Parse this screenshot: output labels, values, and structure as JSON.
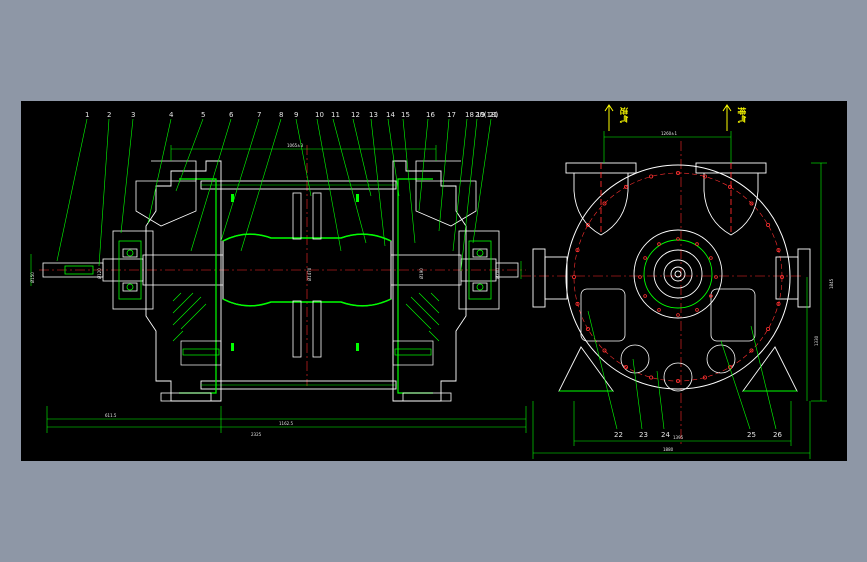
{
  "colors": {
    "desktop": "#8E97A6",
    "canvas": "#000000",
    "outline": "#FFFFFF",
    "hatch": "#00FF00",
    "dimension": "#00FF00",
    "leader": "#00FF00",
    "centerline": "#FF2A2A",
    "hidden": "#FF3030",
    "flange": "#FFFFFF",
    "accent": "#FFFF00"
  },
  "balloons_left": [
    "1",
    "2",
    "3",
    "4",
    "5",
    "6",
    "7",
    "8",
    "9",
    "10",
    "11",
    "12",
    "13",
    "14",
    "15",
    "16",
    "17",
    "18",
    "19",
    "20",
    "21"
  ],
  "balloons_left_display": [
    "1",
    "2",
    "3",
    "4",
    "5",
    "6",
    "7",
    "8",
    "9",
    "10",
    "11",
    "12",
    "13",
    "14",
    "15",
    "16",
    "17",
    "18 19",
    "20(18)",
    "21"
  ],
  "balloons_right": [
    "22",
    "23",
    "24",
    "25",
    "26"
  ],
  "dims": {
    "overall_length": "2325",
    "left_segment": "611.5",
    "right_segment": "1162.5",
    "top_span": "1065±3",
    "rotor_dia": "Ø1470",
    "top_right_span": "1260±1",
    "bottom_right_width": "1395",
    "bottom_right_overall": "1880",
    "height_right": "1845",
    "height_partial": "1330",
    "shaft_left": "Ø150",
    "shaft_right": "Ø200",
    "key_small": "Ø120",
    "key_small_r": "Ø190"
  },
  "notes": {
    "inlet": "进气",
    "outlet": "排气"
  }
}
